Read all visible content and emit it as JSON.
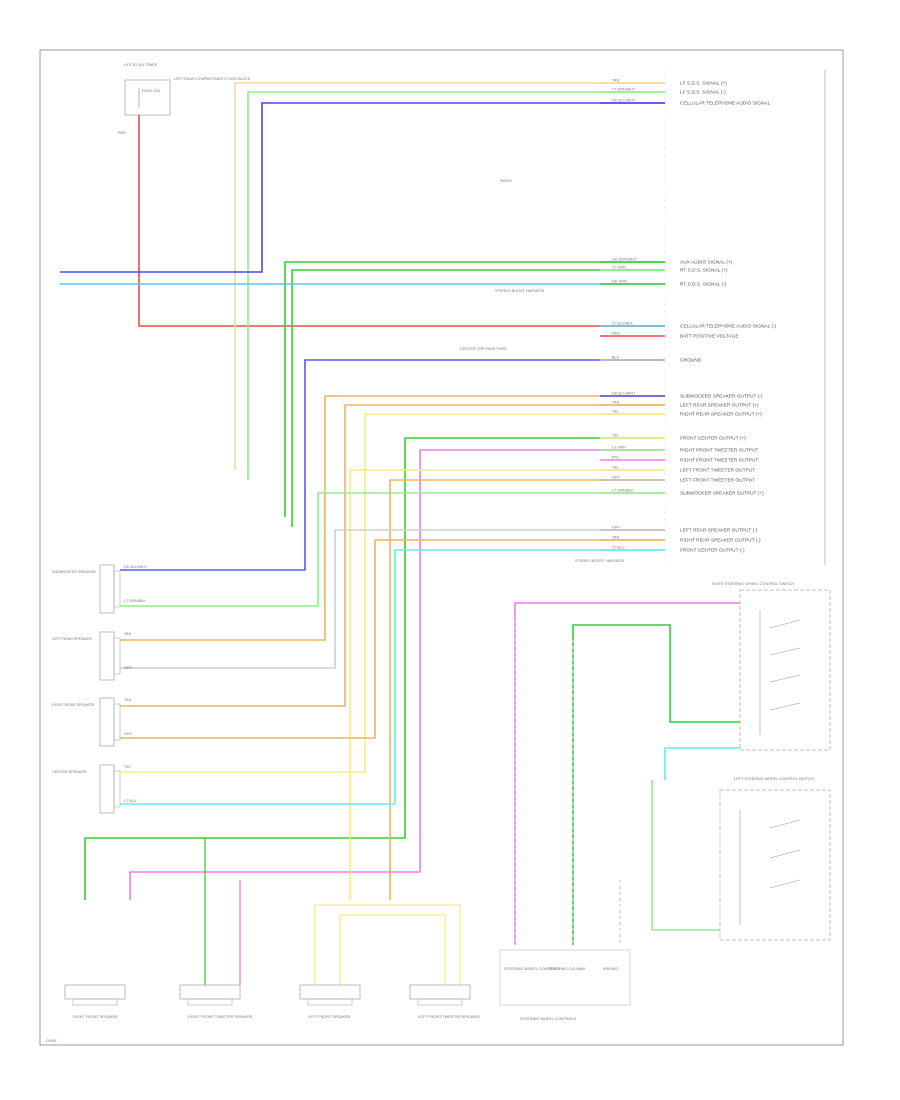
{
  "colors": {
    "tan": "#f4d9a0",
    "dk_green": "#2fd42f",
    "lt_green": "#8ef08e",
    "blue": "#4a4ae6",
    "lt_blue": "#56c8e8",
    "red": "#f04a4a",
    "gray": "#bdbdbd",
    "orange": "#f0b45a",
    "yellow": "#f6ee7a",
    "pink": "#f07af0",
    "cyan": "#5ef0f0",
    "frame": "#999999"
  },
  "fuse": {
    "title": "HOT AT ALL TIMES",
    "fuse_label": "FUSE 10A",
    "note": "LEFT REAR COMPARTMENT FUSE BLOCK",
    "wire": "RED"
  },
  "connector_terminals": [
    {
      "label": "TAN",
      "color": "tan"
    },
    {
      "label": "LT GRN/WHT",
      "color": "lt_green"
    },
    {
      "label": "DK BLU/WHT",
      "color": "blue"
    },
    {
      "label": "DK GRN/WHT",
      "color": "dk_green"
    },
    {
      "label": "LT GRN",
      "color": "lt_green"
    },
    {
      "label": "DK GRN",
      "color": "dk_green"
    },
    {
      "label": "LT BLU/BLK",
      "color": "lt_blue"
    },
    {
      "label": "RED",
      "color": "red"
    },
    {
      "label": "BLK",
      "color": "gray"
    },
    {
      "label": "DK BLU/WHT",
      "color": "blue"
    },
    {
      "label": "TAN",
      "color": "orange"
    },
    {
      "label": "YEL",
      "color": "yellow"
    },
    {
      "label": "YEL",
      "color": "yellow"
    },
    {
      "label": "LT GRN",
      "color": "lt_green"
    },
    {
      "label": "PPL",
      "color": "pink"
    },
    {
      "label": "YEL",
      "color": "yellow"
    },
    {
      "label": "GRY",
      "color": "gray"
    },
    {
      "label": "LT GRN/BLK",
      "color": "lt_green"
    },
    {
      "label": "GRY",
      "color": "gray"
    },
    {
      "label": "TAN",
      "color": "orange"
    },
    {
      "label": "LT BLU",
      "color": "cyan"
    }
  ],
  "radio_labels": [
    "LF S.D.S. SIGNAL (+)",
    "LF S.D.S. SIGNAL (-)",
    "CELLULAR TELEPHONE AUDIO SIGNAL",
    "AUX AUDIO SIGNAL (+)",
    "RT S.D.S. SIGNAL (+)",
    "RT S.D.S. SIGNAL (-)",
    "CELLULAR TELEPHONE AUDIO SIGNAL (-)",
    "BATT POSITIVE VOLTAGE",
    "GROUND",
    "SUBWOOFER SPEAKER OUTPUT (-)",
    "LEFT REAR SPEAKER OUTPUT (+)",
    "RIGHT REAR SPEAKER OUTPUT (+)",
    "FRONT CENTER OUTPUT (+)",
    "RIGHT FRONT TWEETER OUTPUT",
    "RIGHT FRONT TWEETER OUTPUT",
    "LEFT FRONT TWEETER OUTPUT",
    "LEFT FRONT TWEETER OUTPUT",
    "SUBWOOFER SPEAKER OUTPUT (+)",
    "LEFT REAR SPEAKER OUTPUT (-)",
    "RIGHT REAR SPEAKER OUTPUT (-)",
    "FRONT CENTER OUTPUT (-)"
  ],
  "radio_notes": {
    "top": "RADIO",
    "mid": "STEREO BOOST HARNESS",
    "bottom": "STEREO BOOST HARNESS",
    "center_splice": "CENTER TOP PASS THRU"
  },
  "speakers_left": [
    {
      "name": "SUBWOOFER SPEAKER",
      "wires": [
        "DK BLU/WHT",
        "LT GRN/BLK"
      ]
    },
    {
      "name": "LEFT REAR SPEAKER",
      "wires": [
        "TAN",
        "GRY"
      ]
    },
    {
      "name": "RIGHT REAR SPEAKER",
      "wires": [
        "TAN",
        "GRY"
      ]
    },
    {
      "name": "CENTER SPEAKER",
      "wires": [
        "YEL",
        "LT BLU"
      ]
    }
  ],
  "speakers_bottom": [
    {
      "name": "RIGHT FRONT SPEAKER"
    },
    {
      "name": "RIGHT FRONT TWEETER SPEAKER"
    },
    {
      "name": "LEFT FRONT SPEAKER"
    },
    {
      "name": "LEFT FRONT TWEETER SPEAKER"
    }
  ],
  "switch_boxes": [
    {
      "name": "RIGHT STEERING WHEEL CONTROL SWITCH"
    },
    {
      "name": "LEFT STEERING WHEEL CONTROL SWITCH"
    }
  ],
  "bottom_modules": [
    {
      "name": "STEERING WHEEL CONTROLS"
    },
    {
      "name": "STEERING COLUMN"
    },
    {
      "name": "AIR BAG"
    }
  ],
  "bottom_caption": "STEERING WHEEL CONTROLS",
  "page_code": "DVNE"
}
